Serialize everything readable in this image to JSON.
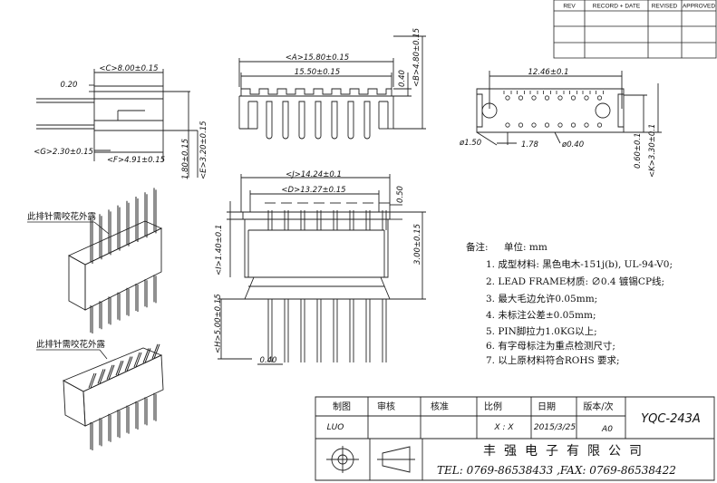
{
  "revision_table": {
    "headers": [
      "REV",
      "RECORD + DATE",
      "REVISED",
      "APPROVED"
    ]
  },
  "dimensions": {
    "c": "<C>8.00±0.15",
    "p020": "0.20",
    "g": "<G>2.30±0.15",
    "f": "<F>4.91±0.15",
    "p180": "1.80±0.15",
    "e": "<E>3.20±0.15",
    "a": "<A>15.80±0.15",
    "a2": "15.50±0.15",
    "p040": "0.40",
    "b": "<B>4.80±0.15",
    "pitch": "12.46±0.1",
    "d150": "ø1.50",
    "p178": "1.78",
    "d040": "ø0.40",
    "p060": "0.60±0.1",
    "k": "<K>3.30±0.1",
    "j": "<J>14.24±0.1",
    "d": "<D>13.27±0.15",
    "p050": "0.50",
    "i": "<I>1.40±0.1",
    "p300": "3.00±0.15",
    "h": "<H>5.00±0.15",
    "p040b": "0.40"
  },
  "labels": {
    "iso_top": "此排针需咬花外露",
    "iso_bottom": "此排针需咬花外露"
  },
  "notes": {
    "heading": "备注:",
    "unit": "单位: mm",
    "items": [
      "1. 成型材料: 黑色电木-151j(b), UL-94-V0;",
      "2. LEAD  FRAME材质: ∅0.4 镀锡CP线;",
      "3. 最大毛边允许0.05mm;",
      "4. 未标注公差±0.05mm;",
      "5. PIN脚拉力1.0KG以上;",
      "6. 有字母标注为重点检测尺寸;",
      "7. 以上原材料符合ROHS 要求;"
    ]
  },
  "title_block": {
    "h_drawn": "制图",
    "h_review": "审核",
    "h_approve": "核准",
    "h_scale": "比例",
    "h_date": "日期",
    "h_version": "版本/次",
    "drawn": "LUO",
    "scale": "X : X",
    "date": "2015/3/25",
    "version": "A0",
    "part_no": "YQC-243A",
    "company": "丰强电子有限公司",
    "contact": "TEL:  0769-86538433 ,FAX: 0769-86538422"
  }
}
